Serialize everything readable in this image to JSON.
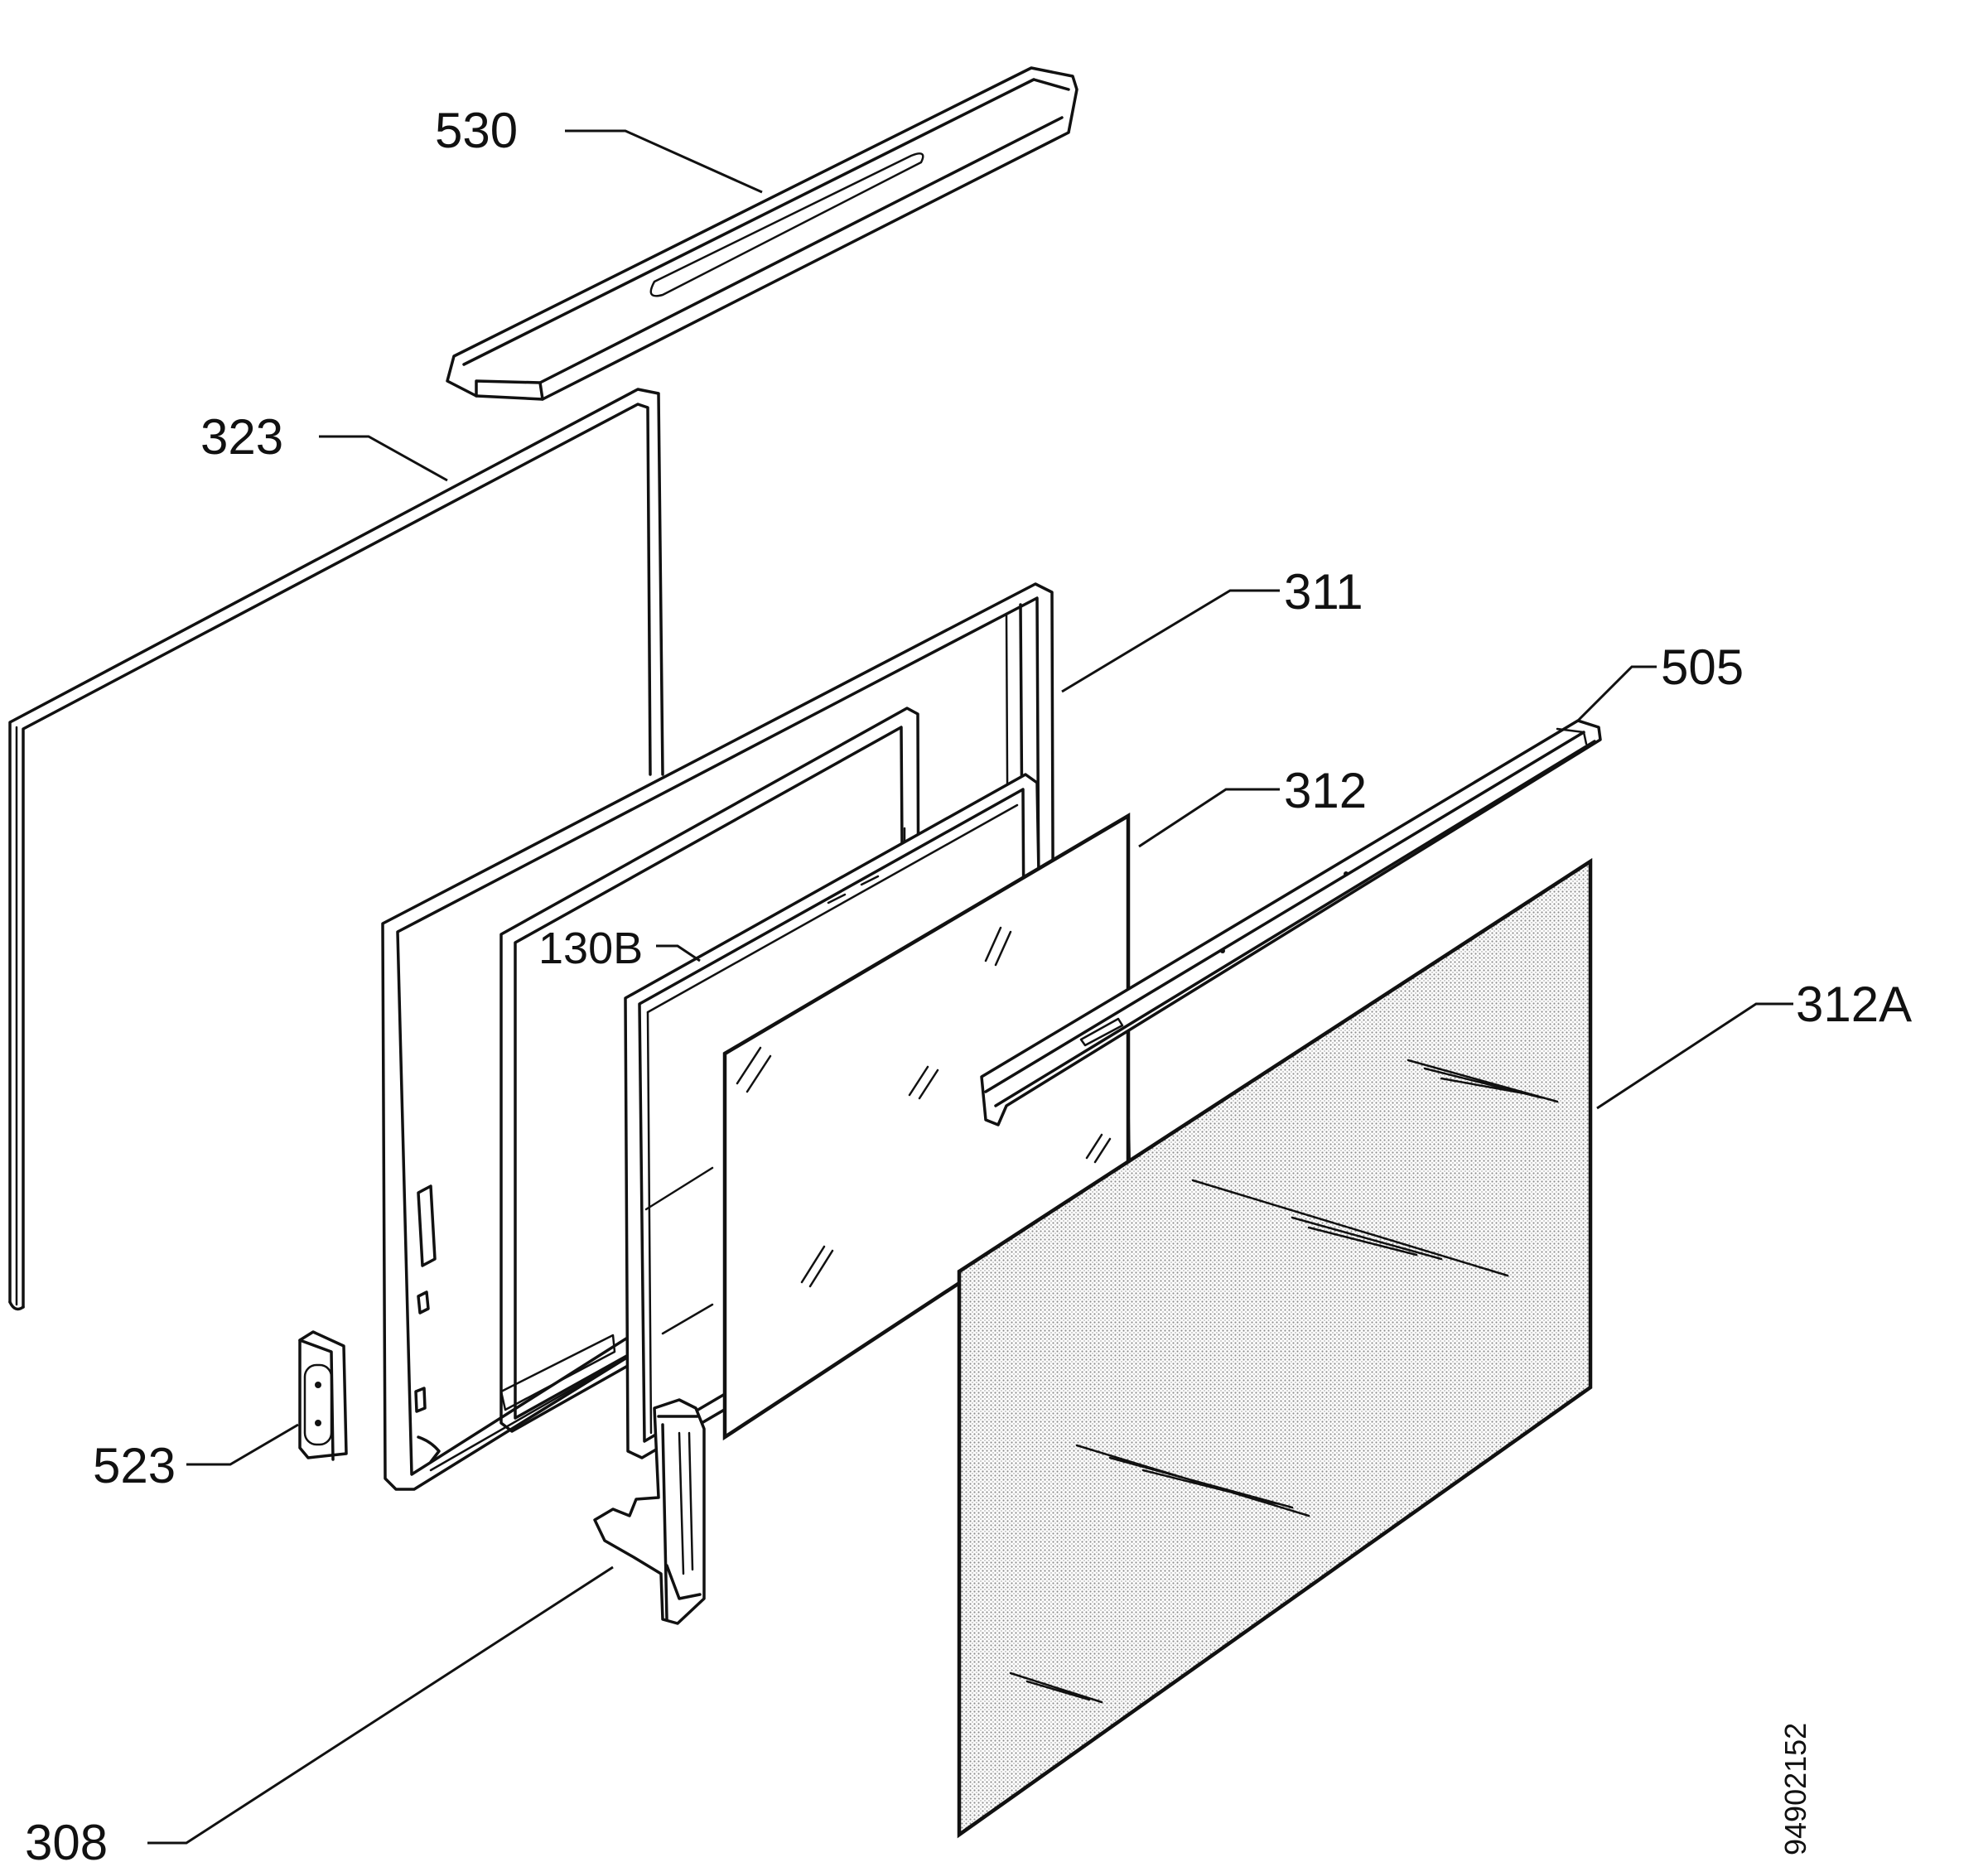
{
  "parts": [
    {
      "id": "part-530",
      "label": "530"
    },
    {
      "id": "part-323",
      "label": "323"
    },
    {
      "id": "part-311",
      "label": "311"
    },
    {
      "id": "part-505",
      "label": "505"
    },
    {
      "id": "part-312",
      "label": "312"
    },
    {
      "id": "part-130b",
      "label": "130B"
    },
    {
      "id": "part-312a",
      "label": "312A"
    },
    {
      "id": "part-523",
      "label": "523"
    },
    {
      "id": "part-308",
      "label": "308"
    }
  ],
  "document_number": "94902152",
  "colors": {
    "line": "#111111",
    "background": "#ffffff",
    "stipple": "#9a9a9a"
  }
}
